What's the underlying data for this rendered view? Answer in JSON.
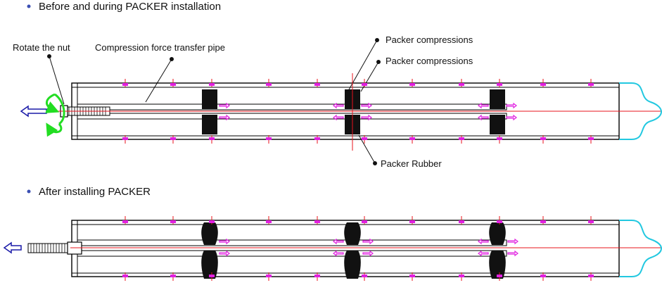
{
  "sections": [
    {
      "heading": "Before and during PACKER installation"
    },
    {
      "heading": "After installing PACKER"
    }
  ],
  "labels": {
    "rotate_nut": "Rotate the nut",
    "compression_pipe": "Compression force transfer pipe",
    "packer_compressions_1": "Packer compressions",
    "packer_compressions_2": "Packer compressions",
    "packer_rubber": "Packer Rubber"
  },
  "colors": {
    "outline": "#000000",
    "centerline": "#e8141e",
    "marker": "#e020e0",
    "rubber": "#111111",
    "rotation_arrow": "#22dd22",
    "pull_arrow": "#1a1aa8",
    "end_cap": "#22c8e0",
    "bullet": "#3b4fb3"
  },
  "icons": {
    "pull": "left-arrow-icon",
    "rotate": "rotation-arrow-icon"
  }
}
